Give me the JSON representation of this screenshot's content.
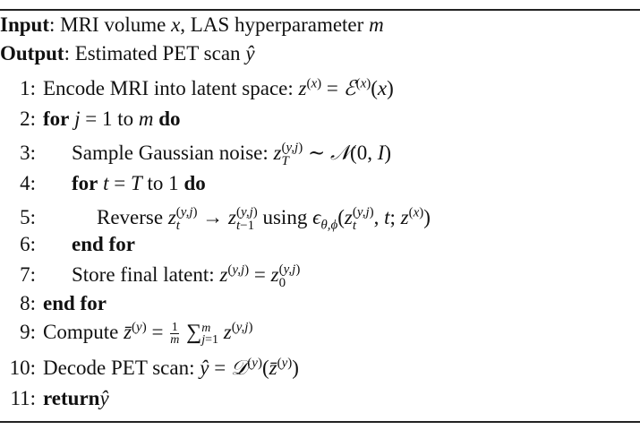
{
  "header": {
    "input_label": "Input",
    "input_text": ": MRI volume x, LAS hyperparameter m",
    "output_label": "Output",
    "output_text": ": Estimated PET scan ŷ"
  },
  "lines": [
    {
      "num": "1:",
      "text": "Encode MRI into latent space: "
    },
    {
      "num": "2:",
      "kw": "for",
      "text": " j = 1 to m ",
      "kw2": "do"
    },
    {
      "num": "3:",
      "text": "Sample Gaussian noise: "
    },
    {
      "num": "4:",
      "kw": "for",
      "text": " t = T to 1 ",
      "kw2": "do"
    },
    {
      "num": "5:",
      "text": "Reverse "
    },
    {
      "num": "6:",
      "kw": "end for"
    },
    {
      "num": "7:",
      "text": "Store final latent: "
    },
    {
      "num": "8:",
      "kw": "end for"
    },
    {
      "num": "9:",
      "text": "Compute "
    },
    {
      "num": "10:",
      "text": "Decode PET scan: "
    },
    {
      "num": "11:",
      "kw": "return",
      "text": " ŷ"
    }
  ],
  "math": {
    "l1": "z(x) = ℰ(x)(x)",
    "l3": "zT(y,j) ∼ 𝒩(0, I)",
    "l5": "zt(y,j) → zt−1(y,j) using εθ,φ(zt(y,j), t; z(x))",
    "l7": "z(y,j) = z0(y,j)",
    "l9": "z̄(y) = 1/m Σj=1m z(y,j)",
    "l10": "ŷ = 𝒟(y)(z̄(y))"
  }
}
